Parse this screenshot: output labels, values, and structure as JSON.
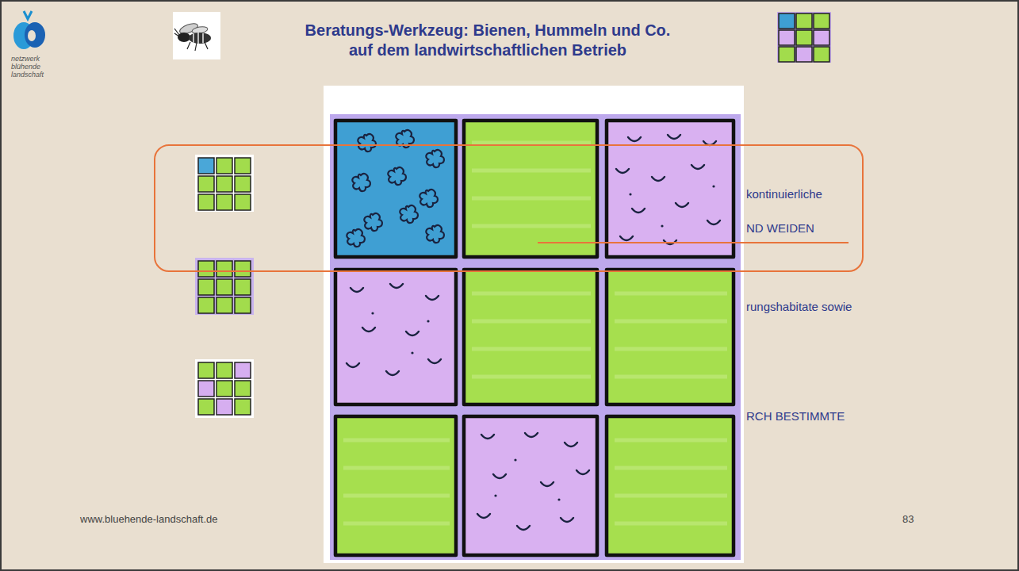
{
  "diagram": {
    "title": "Beratungs-Werkzeug: Bienen, Hummeln und Co. auf dem landwirtschaftlichen Betrieb",
    "labels": [
      "netzwerk blühende landschaft",
      "kontinuierliche",
      "ND WEIDEN",
      "rungshabitate sowie",
      "RCH BESTIMMTE",
      "www.bluehende-landschaft.de",
      "83"
    ]
  }
}
